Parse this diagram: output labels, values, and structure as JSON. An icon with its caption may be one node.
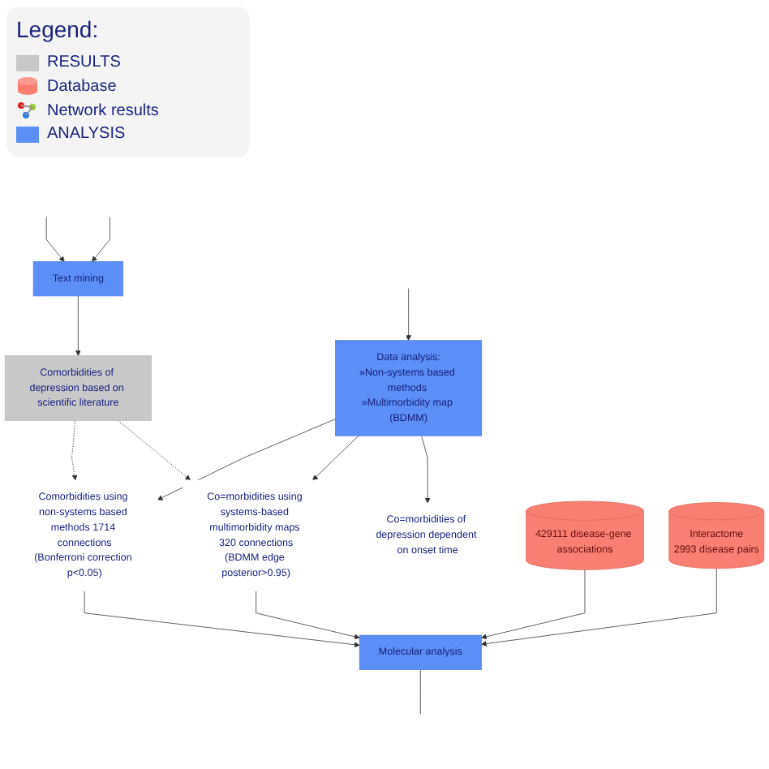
{
  "diagram": {
    "nodes": [
      {
        "text": [
          "Data analysis:",
          "»Non-systems based methods »Multimorbidity map (BDMM)"
        ]
      },
      {
        "text": [
          "Comorbidities using non-systems based methods 1714 connections",
          "(Bonferroni correction p<0.05)"
        ]
      },
      {
        "text": [
          "Co=morbidities using systems-based multimorbidity maps 320 connections",
          "(BDMM edge posterior>0.95)"
        ]
      },
      {
        "text": [
          "Co=morbidities of depression dependent on onset time"
        ]
      },
      {
        "text": [
          "Comorbidities of depression based on scientific literature"
        ]
      },
      {
        "text": [
          "Molecular analysis"
        ]
      },
      {
        "text": [
          "429111 disease-gene associations"
        ]
      },
      {
        "text": [
          "Text mining"
        ]
      },
      {
        "text": [
          "Interactome",
          "2993 disease pairs"
        ]
      }
    ],
    "edges": [
      {
        "from": null,
        "to": 0,
        "arrow": "to"
      },
      {
        "from": 0,
        "to": 1,
        "arrow": "to"
      },
      {
        "from": 0,
        "to": 2,
        "arrow": "to"
      },
      {
        "from": 0,
        "to": 3,
        "arrow": "to"
      },
      {
        "from": 4,
        "to": 1,
        "arrow": "to",
        "style": "dashed"
      },
      {
        "from": 4,
        "to": 2,
        "arrow": "to",
        "style": "dashed"
      },
      {
        "from": 1,
        "to": 5,
        "arrow": "to"
      },
      {
        "from": 2,
        "to": 5,
        "arrow": "to"
      },
      {
        "from": 6,
        "to": 5,
        "arrow": "to"
      },
      {
        "from": 8,
        "to": 5,
        "arrow": "to"
      },
      {
        "from": 7,
        "to": 4,
        "arrow": "to"
      },
      {
        "from": null,
        "to": 7,
        "arrow": "to"
      },
      {
        "from": null,
        "to": 7,
        "arrow": "to"
      },
      {
        "from": 5,
        "to": null,
        "arrow": "none"
      }
    ],
    "labels": [
      "Legend:"
    ],
    "legend": [
      {
        "text": "RESULTS",
        "color": "#c8c8c8"
      },
      {
        "text": "Database"
      },
      {
        "text": "Network results"
      },
      {
        "text": "ANALYSIS",
        "color": "#5b8ef7"
      }
    ]
  }
}
